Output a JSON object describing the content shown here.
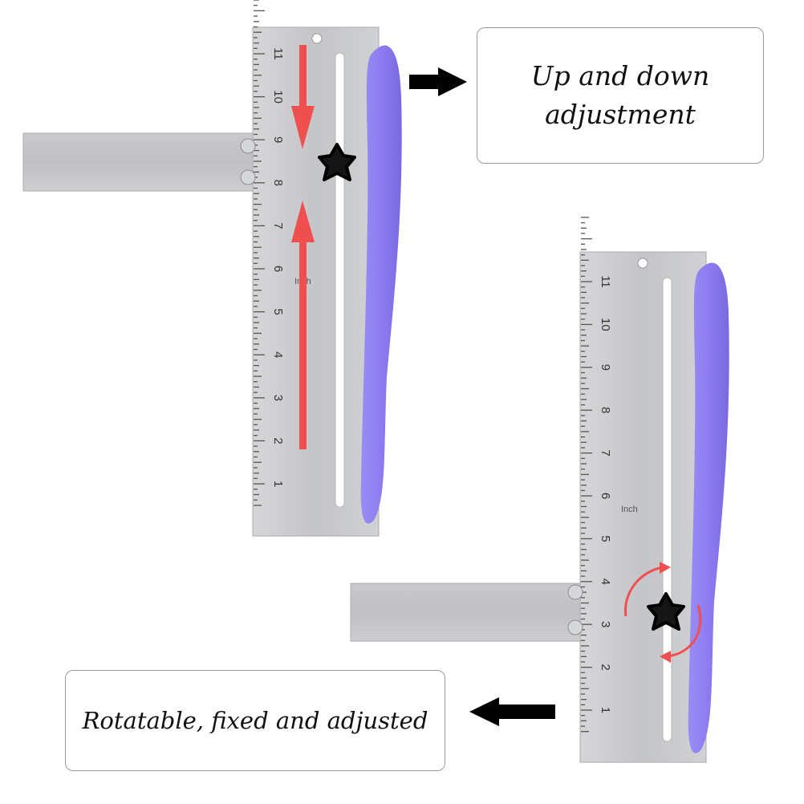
{
  "callouts": {
    "top_line1": "Up and down",
    "top_line2": "adjustment",
    "bottom": "Rotatable, fixed and adjusted"
  },
  "ruler": {
    "unit_label": "Inch",
    "numbers": [
      "1",
      "2",
      "3",
      "4",
      "5",
      "6",
      "7",
      "8",
      "9",
      "10",
      "11"
    ]
  },
  "icons": {
    "top_pointer": "right-arrow-icon",
    "bottom_pointer": "left-arrow-icon",
    "movement": "up-down-arrows-icon",
    "rotation": "rotate-arrows-icon",
    "knob": "star-knob-icon"
  },
  "colors": {
    "steel": "#c9cacc",
    "handle": "#8f7ef0",
    "arrow_red": "#ef4f4f",
    "knob": "#141414",
    "box_border": "#9a9a9a"
  }
}
